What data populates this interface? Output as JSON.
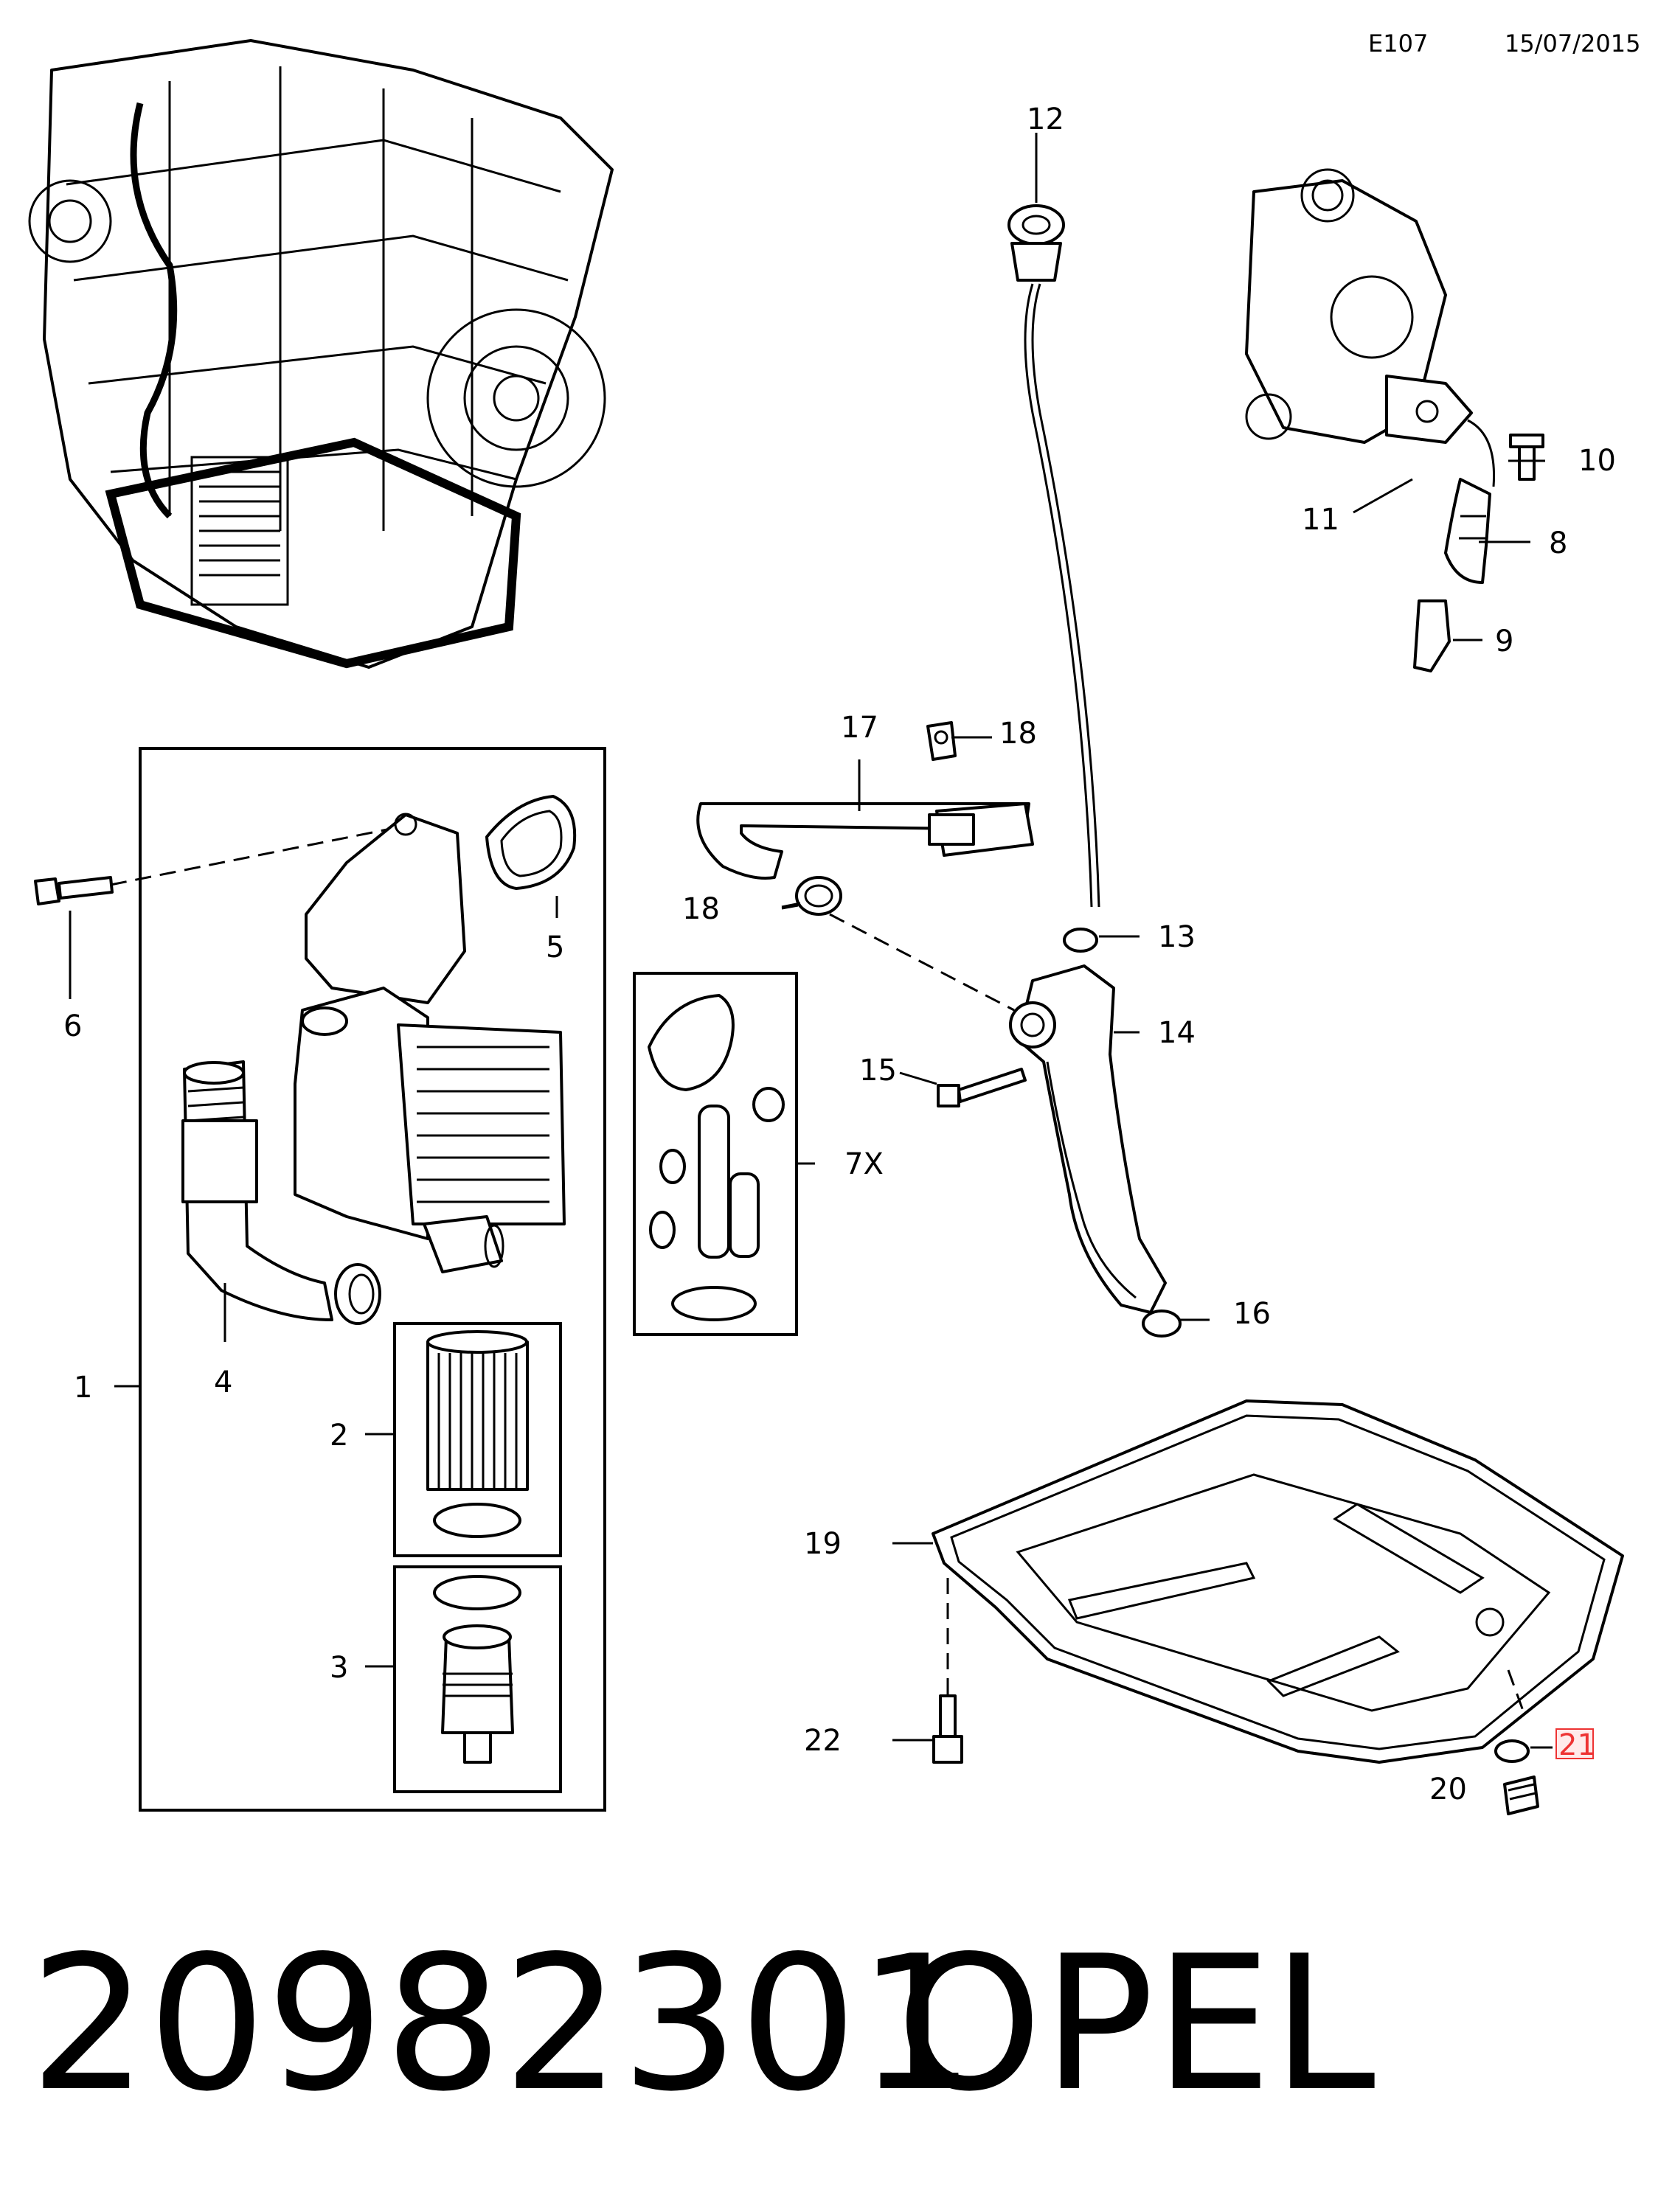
{
  "header": {
    "page_code": "E107",
    "date": "15/07/2015"
  },
  "callouts": {
    "c1": "1",
    "c2": "2",
    "c3": "3",
    "c4": "4",
    "c5": "5",
    "c6": "6",
    "c7x": "7X",
    "c8": "8",
    "c9": "9",
    "c10": "10",
    "c11": "11",
    "c12": "12",
    "c13": "13",
    "c14": "14",
    "c15": "15",
    "c16": "16",
    "c17": "17",
    "c18a": "18",
    "c18b": "18",
    "c19": "19",
    "c20": "20",
    "c21": "21",
    "c22": "22"
  },
  "highlighted_callout": "21",
  "footer": {
    "part_number": "20982301",
    "brand": "OPEL"
  },
  "colors": {
    "line": "#000000",
    "highlight_border": "#ee3333",
    "highlight_fill": "#ffeaea"
  }
}
